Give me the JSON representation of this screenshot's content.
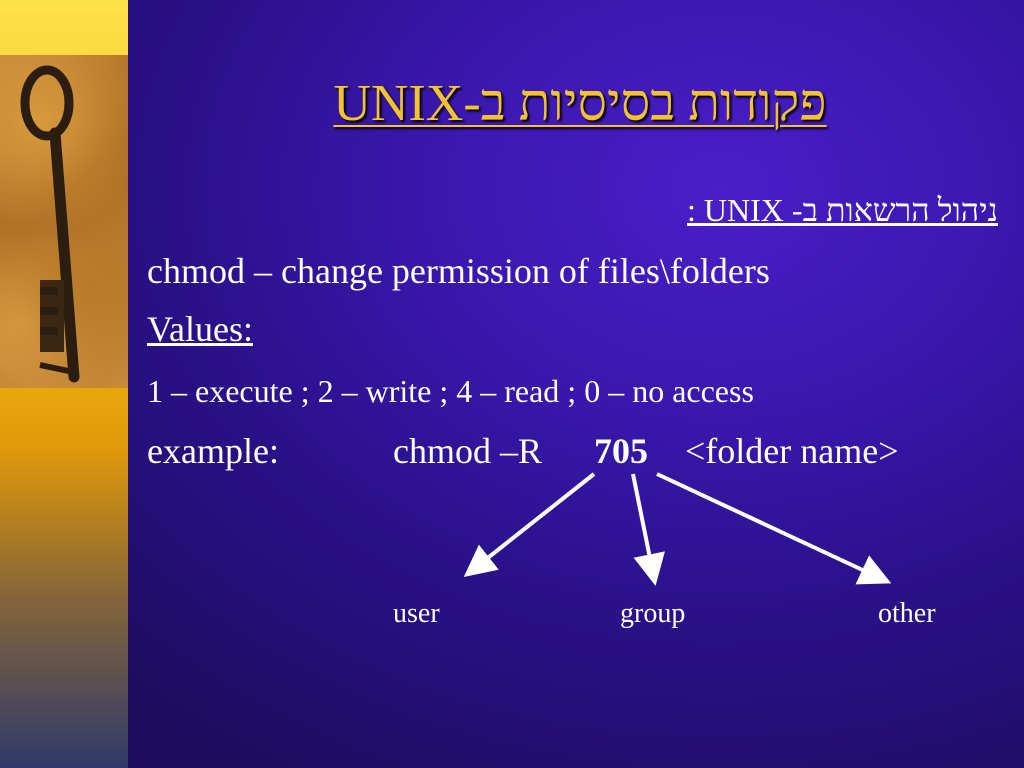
{
  "slide": {
    "title": "פקודות בסיסיות ב-UNIX",
    "subtitle": "ניהול הרשאות ב- UNIX :",
    "lines": {
      "chmod": "chmod – change permission of files\\folders",
      "values_label": "Values:",
      "codes": "1 – execute ; 2 – write ; 4 – read ; 0 – no access",
      "example_label": "example:"
    },
    "command": {
      "prefix": "chmod –R",
      "number": "705",
      "argument": "<folder name>"
    },
    "permission_labels": {
      "user": "user",
      "group": "group",
      "other": "other"
    }
  },
  "decoration": {
    "side_image": "key-icon",
    "colors": {
      "title": "#f2c230",
      "text": "#ffffff",
      "background": "#3b18b0",
      "side_bar": "#f7c21a"
    }
  }
}
